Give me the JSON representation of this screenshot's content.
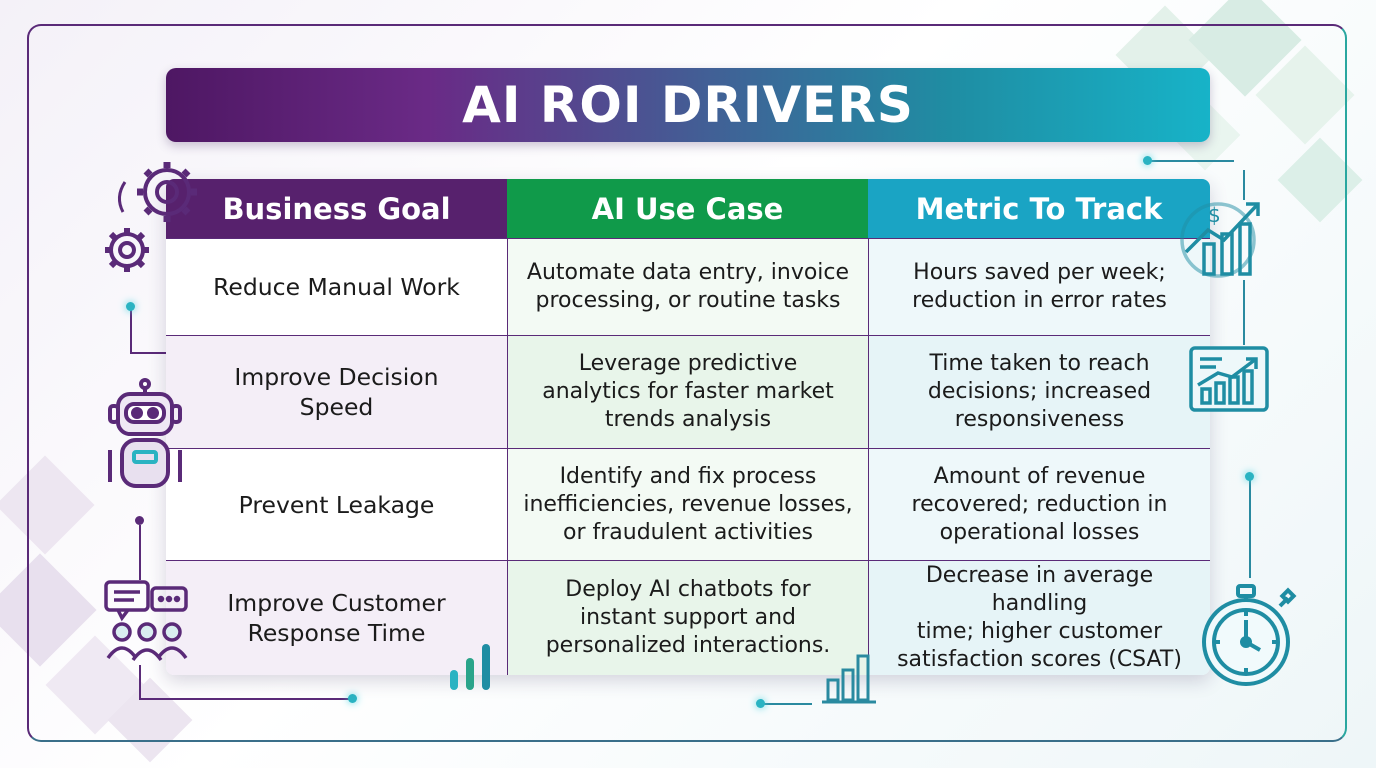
{
  "title": "AI ROI DRIVERS",
  "headers": {
    "business_goal": "Business Goal",
    "ai_use_case": "AI Use Case",
    "metric": "Metric To Track"
  },
  "colors": {
    "header_goal": "#57216d",
    "header_use_case": "#109a4a",
    "header_metric": "#1aa4c4"
  },
  "rows": [
    {
      "goal": "Reduce Manual Work",
      "use_case": "Automate data entry, invoice\nprocessing, or routine tasks",
      "metric": "Hours saved per week;\nreduction in error rates"
    },
    {
      "goal": "Improve Decision\nSpeed",
      "use_case": "Leverage predictive\nanalytics for faster market\ntrends analysis",
      "metric": "Time taken to reach\ndecisions; increased\nresponsiveness"
    },
    {
      "goal": "Prevent Leakage",
      "use_case": "Identify and fix process\ninefficiencies, revenue losses,\nor fraudulent activities",
      "metric": "Amount of revenue\nrecovered; reduction in\noperational losses"
    },
    {
      "goal": "Improve Customer\nResponse Time",
      "use_case": "Deploy AI chatbots for\ninstant support and\npersonalized interactions.",
      "metric": "Decrease in average handling\ntime; higher customer\nsatisfaction scores (CSAT)"
    }
  ],
  "icons": [
    "gears-icon",
    "robot-icon",
    "chat-users-icon",
    "growth-chart-icon",
    "monitor-chart-icon",
    "stopwatch-icon",
    "bar-chart-icon"
  ]
}
